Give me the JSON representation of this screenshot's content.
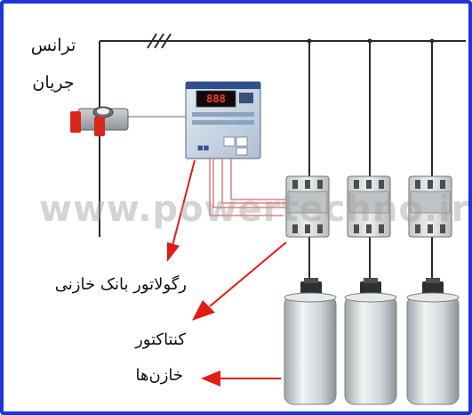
{
  "labels": {
    "current_transformer_line1": "ترانس",
    "current_transformer_line2": "جریان",
    "regulator": "رگولاتور بانک خازنی",
    "contactor": "کنتاکتور",
    "capacitors": "خازن‌ها"
  },
  "regulator_display": "888",
  "watermark": "www.powertechno.ir",
  "colors": {
    "frame": "#1d35d6",
    "arrow": "#e41b13",
    "wire": "#2a2a2a",
    "control_wire": "#e2685b",
    "ct_red": "#d9261c",
    "capacitor_body": "#d8dde0",
    "contactor_body": "#d6d9db",
    "regulator_body": "#c9d6e6"
  },
  "icons": {
    "bus_marker": "triple-slash-icon",
    "current_transformer": "current-transformer-icon",
    "regulator": "power-factor-regulator-icon",
    "contactor": "contactor-icon",
    "capacitor": "capacitor-icon"
  }
}
